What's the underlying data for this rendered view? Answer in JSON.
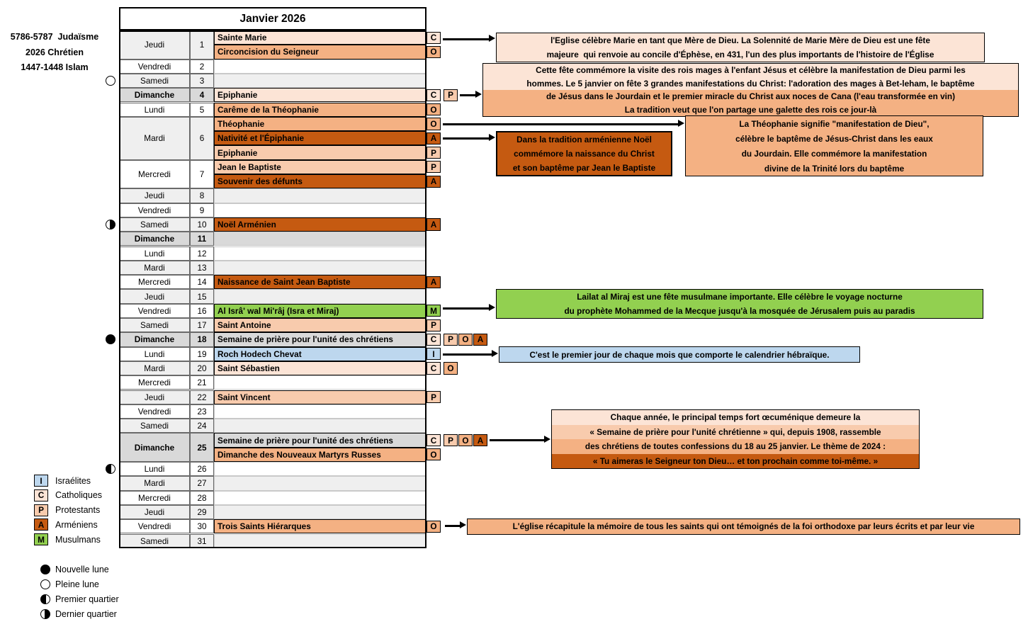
{
  "title": "Janvier 2026",
  "eras": [
    "5786-5787  Judaïsme",
    "2026 Chrétien",
    "1447-1448 Islam"
  ],
  "badge_colors": {
    "C": "#FCE4D6",
    "P": "#F8CBAD",
    "O": "#F4B183",
    "A": "#C55A11",
    "M": "#92D050",
    "I": "#BDD7EE"
  },
  "colors": {
    "sunday_row": "#D9D9D9",
    "row_gray": "#EFEFEF",
    "row_white": "#FFFFFF",
    "arrow": "#000000"
  },
  "calendar": {
    "days": [
      {
        "date": 1,
        "day": "Jeudi",
        "events": [
          {
            "name": "Sainte Marie",
            "codes": [
              "C"
            ],
            "color": "C"
          },
          {
            "name": "Circoncision du Seigneur",
            "codes": [
              "O"
            ],
            "color": "O"
          }
        ]
      },
      {
        "date": 2,
        "day": "Vendredi"
      },
      {
        "date": 3,
        "day": "Samedi",
        "moon": "full"
      },
      {
        "date": 4,
        "day": "Dimanche",
        "sunday": true,
        "events": [
          {
            "name": "Epiphanie",
            "codes": [
              "C",
              "P"
            ],
            "color": "C"
          }
        ]
      },
      {
        "date": 5,
        "day": "Lundi",
        "events": [
          {
            "name": "Carême de la Théophanie",
            "codes": [
              "O"
            ],
            "color": "O"
          }
        ]
      },
      {
        "date": 6,
        "day": "Mardi",
        "events": [
          {
            "name": "Théophanie",
            "codes": [
              "O"
            ],
            "color": "O"
          },
          {
            "name": "Nativité et l'Épiphanie",
            "codes": [
              "A"
            ],
            "color": "A"
          },
          {
            "name": "Epiphanie",
            "codes": [
              "P"
            ],
            "color": "P"
          }
        ]
      },
      {
        "date": 7,
        "day": "Mercredi",
        "events": [
          {
            "name": "Jean le Baptiste",
            "codes": [
              "P"
            ],
            "color": "P"
          },
          {
            "name": "Souvenir des défunts",
            "codes": [
              "A"
            ],
            "color": "A"
          }
        ]
      },
      {
        "date": 8,
        "day": "Jeudi"
      },
      {
        "date": 9,
        "day": "Vendredi"
      },
      {
        "date": 10,
        "day": "Samedi",
        "moon": "last",
        "events": [
          {
            "name": "Noël Arménien",
            "codes": [
              "A"
            ],
            "color": "A"
          }
        ]
      },
      {
        "date": 11,
        "day": "Dimanche",
        "sunday": true
      },
      {
        "date": 12,
        "day": "Lundi"
      },
      {
        "date": 13,
        "day": "Mardi"
      },
      {
        "date": 14,
        "day": "Mercredi",
        "events": [
          {
            "name": "Naissance de Saint Jean Baptiste",
            "codes": [
              "A"
            ],
            "color": "A"
          }
        ]
      },
      {
        "date": 15,
        "day": "Jeudi"
      },
      {
        "date": 16,
        "day": "Vendredi",
        "events": [
          {
            "name": "Al Isrâ' wal Mi'râj (Isra et Miraj)",
            "codes": [
              "M"
            ],
            "color": "M"
          }
        ]
      },
      {
        "date": 17,
        "day": "Samedi",
        "events": [
          {
            "name": "Saint Antoine",
            "codes": [
              "P"
            ],
            "color": "P"
          }
        ]
      },
      {
        "date": 18,
        "day": "Dimanche",
        "sunday": true,
        "moon": "new",
        "events": [
          {
            "name": "Semaine de prière pour l'unité des chrétiens",
            "codes": [
              "C",
              "P",
              "O",
              "A"
            ],
            "color": null
          }
        ]
      },
      {
        "date": 19,
        "day": "Lundi",
        "events": [
          {
            "name": "Roch Hodech Chevat",
            "codes": [
              "I"
            ],
            "color": "I"
          }
        ]
      },
      {
        "date": 20,
        "day": "Mardi",
        "events": [
          {
            "name": "Saint Sébastien",
            "codes": [
              "C",
              "O"
            ],
            "color": "C"
          }
        ]
      },
      {
        "date": 21,
        "day": "Mercredi"
      },
      {
        "date": 22,
        "day": "Jeudi",
        "events": [
          {
            "name": "Saint Vincent",
            "codes": [
              "P"
            ],
            "color": "P"
          }
        ]
      },
      {
        "date": 23,
        "day": "Vendredi"
      },
      {
        "date": 24,
        "day": "Samedi"
      },
      {
        "date": 25,
        "day": "Dimanche",
        "sunday": true,
        "events": [
          {
            "name": "Semaine de prière pour l'unité des chrétiens",
            "codes": [
              "C",
              "P",
              "O",
              "A"
            ],
            "color": null
          },
          {
            "name": "Dimanche des Nouveaux Martyrs Russes",
            "codes": [
              "O"
            ],
            "color": "O"
          }
        ]
      },
      {
        "date": 26,
        "day": "Lundi",
        "moon": "first"
      },
      {
        "date": 27,
        "day": "Mardi"
      },
      {
        "date": 28,
        "day": "Mercredi"
      },
      {
        "date": 29,
        "day": "Jeudi"
      },
      {
        "date": 30,
        "day": "Vendredi",
        "events": [
          {
            "name": "Trois Saints Hiérarques",
            "codes": [
              "O"
            ],
            "color": "O"
          }
        ]
      },
      {
        "date": 31,
        "day": "Samedi"
      }
    ]
  },
  "legend": [
    {
      "code": "I",
      "label": "Israélites"
    },
    {
      "code": "C",
      "label": "Catholiques"
    },
    {
      "code": "P",
      "label": "Protestants"
    },
    {
      "code": "A",
      "label": "Arméniens"
    },
    {
      "code": "M",
      "label": "Musulmans"
    }
  ],
  "moon_legend": [
    {
      "type": "new",
      "label": "Nouvelle lune"
    },
    {
      "type": "full",
      "label": "Pleine lune"
    },
    {
      "type": "first",
      "label": "Premier quartier"
    },
    {
      "type": "last",
      "label": "Dernier quartier"
    }
  ],
  "annotations": [
    {
      "id": "marie",
      "lines": [
        "l'Eglise célèbre Marie en tant que Mère de Dieu. La Solennité de Marie Mère de Dieu est une fête",
        "majeure  qui renvoie au concile d'Éphèse, en 431, l'un des plus importants de l'histoire de l'Église"
      ],
      "line_colors": [
        "#FCE4D6",
        "#FCE4D6"
      ]
    },
    {
      "id": "epiphanie",
      "lines": [
        "Cette fête commémore la visite des rois mages à l'enfant Jésus et célèbre la manifestation de Dieu parmi les",
        "hommes. Le 5 janvier on fête 3 grandes manifestations du Christ: l'adoration des mages à Bet-leham, le baptême",
        "de Jésus dans le Jourdain et le premier miracle du Christ aux noces de Cana (l'eau transformée en vin)",
        "La tradition veut que l'on partage une galette des rois ce jour-là"
      ],
      "line_colors": [
        "#FCE4D6",
        "#FCE4D6",
        "#F4B183",
        "#F4B183"
      ]
    },
    {
      "id": "noel-armenien",
      "lines": [
        "Dans la tradition arménienne Noël",
        "commémore la naissance du Christ",
        "et son baptême par Jean le Baptiste"
      ],
      "line_colors": [
        "#C55A11",
        "#C55A11",
        "#C55A11"
      ]
    },
    {
      "id": "theophanie",
      "lines": [
        "La Théophanie signifie \"manifestation de Dieu\",",
        "célèbre le baptême de Jésus-Christ dans les eaux",
        "du Jourdain. Elle commémore la manifestation",
        "divine de la Trinité lors du baptême"
      ],
      "line_colors": [
        "#F4B183",
        "#F4B183",
        "#F4B183",
        "#F4B183"
      ]
    },
    {
      "id": "miraj",
      "lines": [
        "Lailat al Miraj est une fête musulmane importante. Elle célèbre le voyage nocturne",
        "du prophète Mohammed de la Mecque jusqu'à la mosquée de Jérusalem puis au paradis"
      ],
      "line_colors": [
        "#92D050",
        "#92D050"
      ]
    },
    {
      "id": "roch-hodech",
      "lines": [
        "C'est le premier jour de chaque mois que comporte le calendrier hébraïque."
      ],
      "line_colors": [
        "#BDD7EE"
      ]
    },
    {
      "id": "semaine-priere",
      "lines": [
        "Chaque année, le principal temps fort œcuménique demeure la",
        "« Semaine de prière pour l'unité chrétienne » qui, depuis 1908, rassemble",
        "des chrétiens de toutes confessions du 18 au 25 janvier. Le thème de 2024 :",
        "« Tu aimeras le Seigneur ton Dieu… et ton prochain comme toi-même. »"
      ],
      "line_colors": [
        "#FCE4D6",
        "#F8CBAD",
        "#F4B183",
        "#C55A11"
      ]
    },
    {
      "id": "trois-saints",
      "lines": [
        "L'église récapitule la mémoire de tous les saints qui ont témoignés de la foi orthodoxe par leurs écrits et par leur vie"
      ],
      "line_colors": [
        "#F4B183"
      ]
    }
  ]
}
